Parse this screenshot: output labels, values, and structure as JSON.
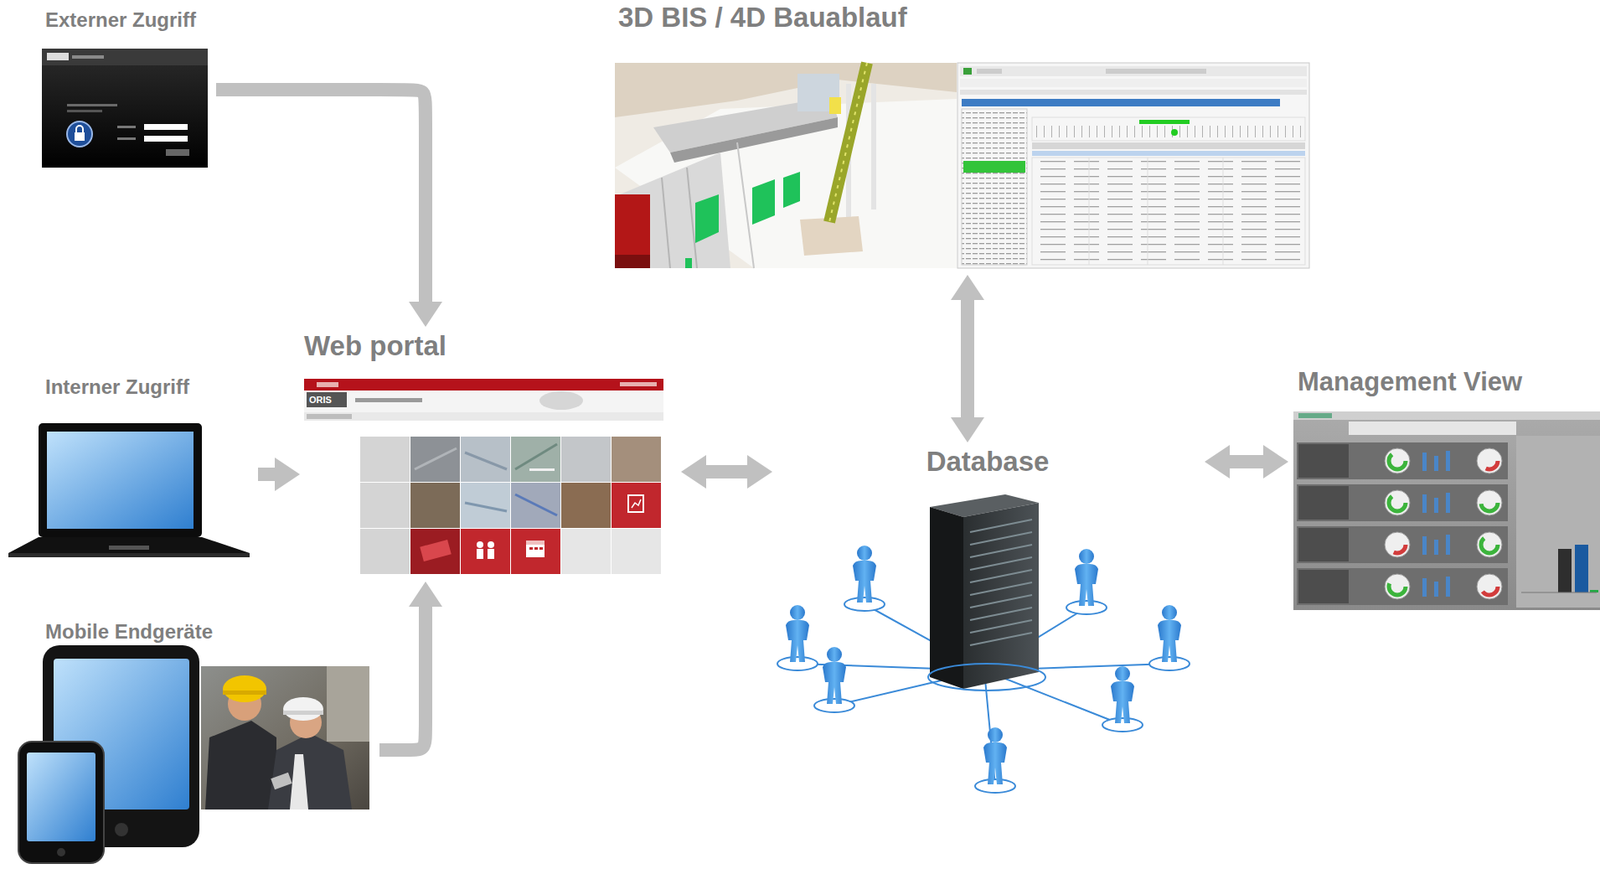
{
  "diagram": {
    "nodes": [
      {
        "text": [
          "Externer Zugriff"
        ]
      },
      {
        "text": [
          "3D BIS / 4D Bauablauf"
        ]
      },
      {
        "text": [
          "Web portal"
        ]
      },
      {
        "text": [
          "Management View"
        ]
      },
      {
        "text": [
          "Interner Zugriff"
        ]
      },
      {
        "text": [
          "Database"
        ]
      },
      {
        "text": [
          "Mobile Endgeräte"
        ]
      }
    ],
    "edges": [
      {
        "from": 0,
        "to": 2,
        "arrow": "to"
      },
      {
        "from": 4,
        "to": 2,
        "arrow": "to"
      },
      {
        "from": 6,
        "to": 2,
        "arrow": "to"
      },
      {
        "from": 2,
        "to": 5,
        "arrow": "both"
      },
      {
        "from": 1,
        "to": 5,
        "arrow": "both"
      },
      {
        "from": 5,
        "to": 3,
        "arrow": "both"
      }
    ],
    "labels": [
      "ORIS"
    ]
  }
}
